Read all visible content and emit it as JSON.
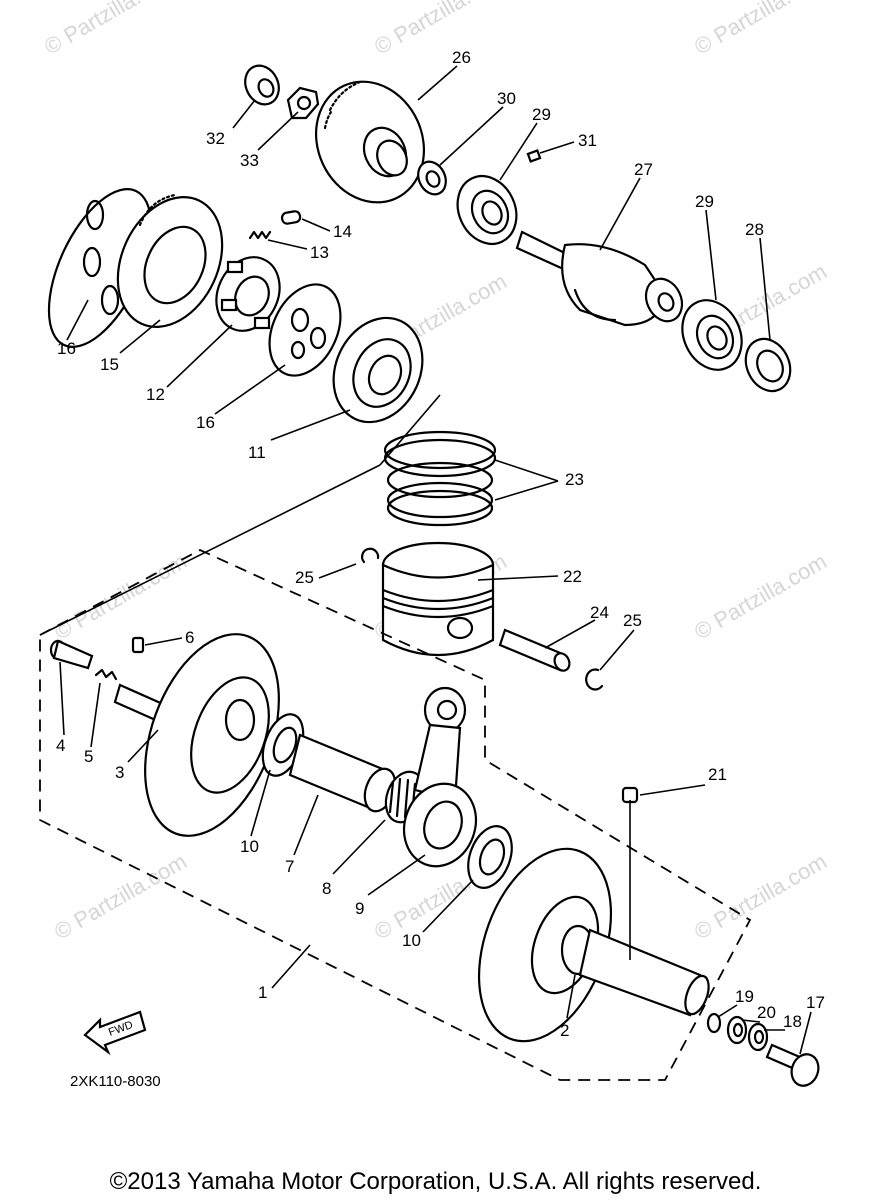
{
  "watermark": "© Partzilla.com",
  "diagram_code": "2XK110-8030",
  "fwd_label": "FWD",
  "copyright": "©2013 Yamaha Motor Corporation, U.S.A. All rights reserved.",
  "callouts": [
    "1",
    "2",
    "3",
    "4",
    "5",
    "6",
    "7",
    "8",
    "9",
    "10",
    "10",
    "11",
    "12",
    "13",
    "14",
    "15",
    "16",
    "16",
    "17",
    "18",
    "19",
    "20",
    "21",
    "22",
    "23",
    "24",
    "25",
    "25",
    "26",
    "27",
    "28",
    "29",
    "29",
    "30",
    "31",
    "32",
    "33"
  ]
}
